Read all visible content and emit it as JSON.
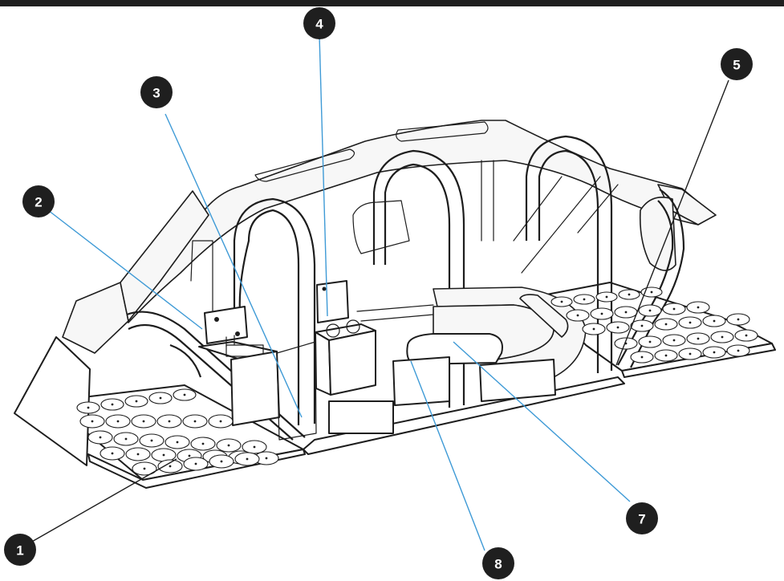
{
  "callouts": [
    {
      "number": "1"
    },
    {
      "number": "2"
    },
    {
      "number": "3"
    },
    {
      "number": "4"
    },
    {
      "number": "5"
    },
    {
      "number": "7"
    },
    {
      "number": "8"
    }
  ],
  "colors": {
    "badge": "#1f1f1f",
    "leader_blue": "#3e9ad6",
    "line": "#1d1d1d"
  }
}
